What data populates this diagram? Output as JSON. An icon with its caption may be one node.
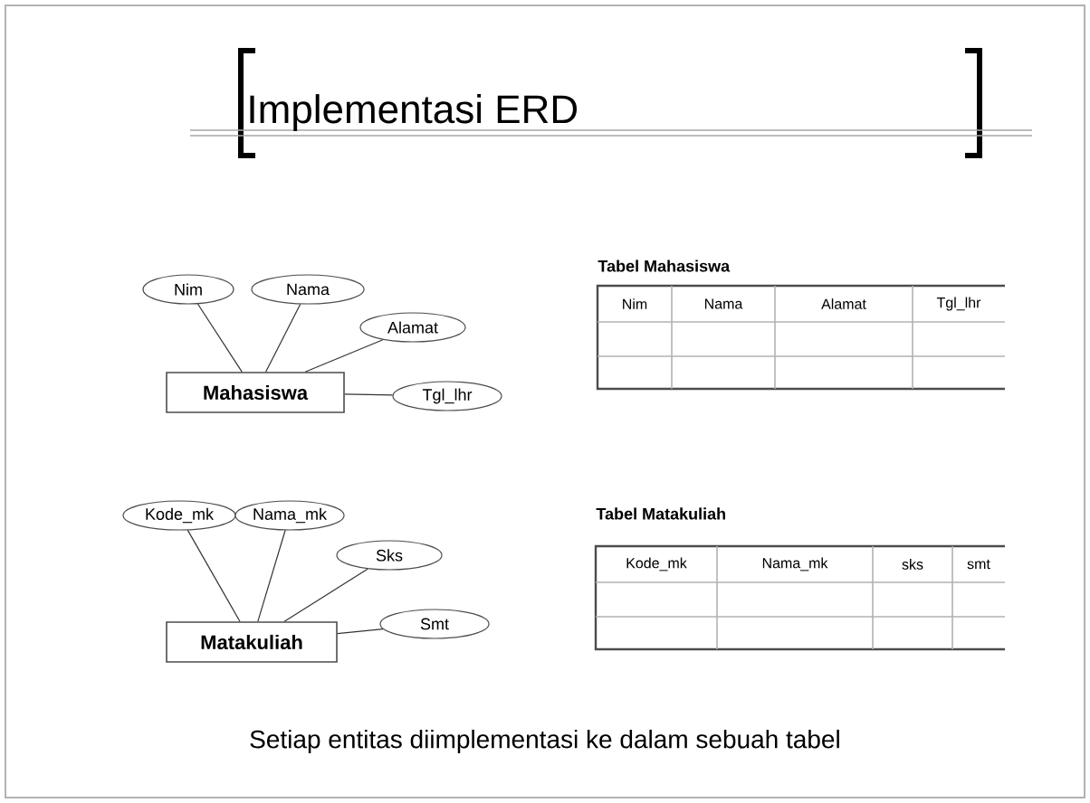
{
  "diagram": {
    "title": "Implementasi ERD",
    "caption": "Setiap entitas diimplementasi ke dalam sebuah tabel",
    "nodes": [
      {
        "text": [
          "Mahasiswa"
        ]
      },
      {
        "text": [
          "Nim"
        ]
      },
      {
        "text": [
          "Nama"
        ]
      },
      {
        "text": [
          "Alamat"
        ]
      },
      {
        "text": [
          "Tgl_lhr"
        ]
      },
      {
        "text": [
          "Matakuliah"
        ]
      },
      {
        "text": [
          "Kode_mk"
        ]
      },
      {
        "text": [
          "Nama_mk"
        ]
      },
      {
        "text": [
          "Sks"
        ]
      },
      {
        "text": [
          "Smt"
        ]
      }
    ],
    "edges": [
      {
        "from": 0,
        "to": 1,
        "arrow": "none"
      },
      {
        "from": 0,
        "to": 2,
        "arrow": "none"
      },
      {
        "from": 0,
        "to": 3,
        "arrow": "none"
      },
      {
        "from": 0,
        "to": 4,
        "arrow": "none"
      },
      {
        "from": 5,
        "to": 6,
        "arrow": "none"
      },
      {
        "from": 5,
        "to": 7,
        "arrow": "none"
      },
      {
        "from": 5,
        "to": 8,
        "arrow": "none"
      },
      {
        "from": 5,
        "to": 9,
        "arrow": "none"
      }
    ],
    "labels": [
      "Tabel Mahasiswa",
      "Nim",
      "Nama",
      "Alamat",
      "Tgl_lhr",
      "Tabel Matakuliah",
      "Kode_mk",
      "Nama_mk",
      "sks",
      "smt"
    ]
  }
}
